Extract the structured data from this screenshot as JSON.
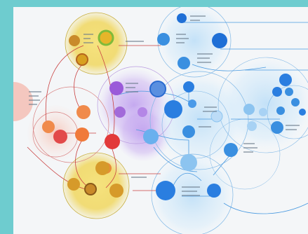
{
  "colors": {
    "frame": "#6ecccf",
    "canvas": "#f4f6f8",
    "yellow": "#f0d34a",
    "orange": "#f08a4b",
    "red": "#e24a4a",
    "purple": "#9a6ad9",
    "blue": "#3a8fe0",
    "lightblue": "#8cc4f0",
    "line_red": "#c94040",
    "line_blue": "#4a9ae0"
  },
  "diagram": {
    "kind": "network-cluster-map",
    "clusters": [
      {
        "name": "yellow-top",
        "color": "yellow",
        "nodes": 3
      },
      {
        "name": "red-left",
        "color": "red",
        "nodes": 5
      },
      {
        "name": "purple-center",
        "color": "purple",
        "nodes": 4
      },
      {
        "name": "blue-top",
        "color": "blue",
        "nodes": 3
      },
      {
        "name": "blue-center",
        "color": "blue",
        "nodes": 6
      },
      {
        "name": "blue-right",
        "color": "blue",
        "nodes": 8
      },
      {
        "name": "yellow-bottom",
        "color": "yellow",
        "nodes": 4
      },
      {
        "name": "blue-bottom",
        "color": "blue",
        "nodes": 2
      }
    ]
  }
}
